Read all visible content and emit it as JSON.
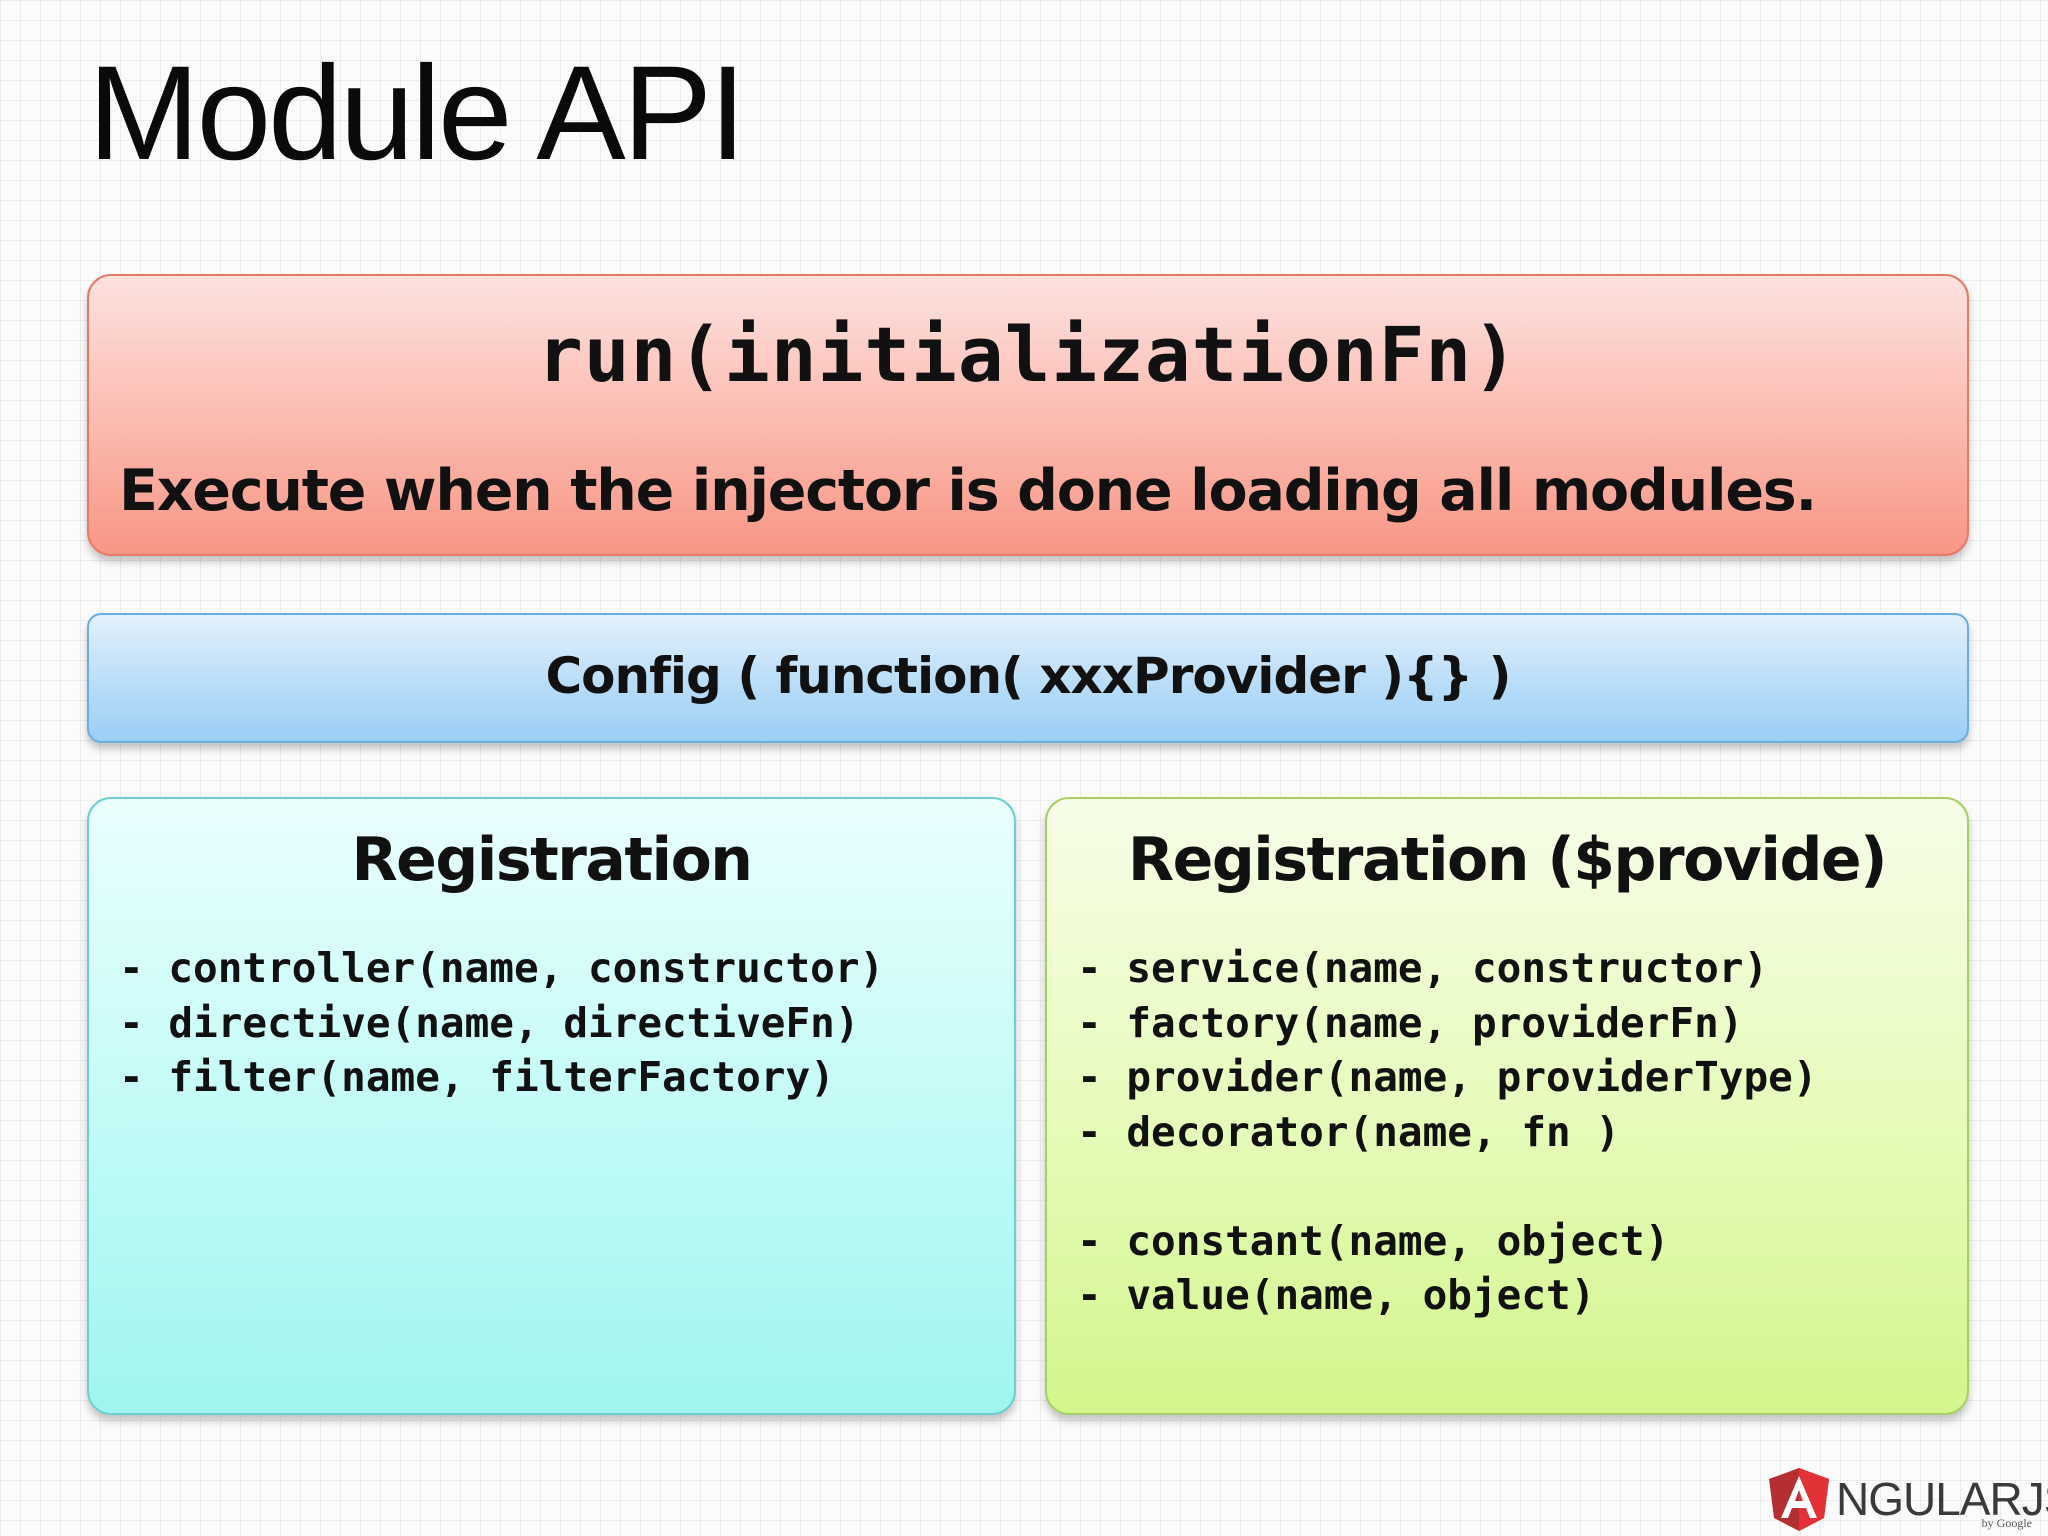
{
  "slide": {
    "title": "Module API"
  },
  "run_block": {
    "signature": "run(initializationFn)",
    "description": "Execute when the injector is done loading all modules.",
    "color": "#f89685"
  },
  "config_block": {
    "text": "Config ( function( xxxProvider ){} )",
    "color": "#9ccef5"
  },
  "registration": {
    "heading": "Registration",
    "color": "#9ff5ef",
    "items": [
      "- controller(name, constructor)",
      "- directive(name, directiveFn)",
      "- filter(name, filterFactory)"
    ]
  },
  "registration_provide": {
    "heading": "Registration ($provide)",
    "color": "#d2f68c",
    "items": [
      "- service(name, constructor)",
      "- factory(name, providerFn)",
      "- provider(name, providerType)",
      "- decorator(name, fn )"
    ],
    "extra_items": [
      "- constant(name, object)",
      "- value(name, object)"
    ]
  },
  "logo": {
    "icon": "angularjs-shield-icon",
    "text": "NGULARJS",
    "subtext": "by Google"
  }
}
